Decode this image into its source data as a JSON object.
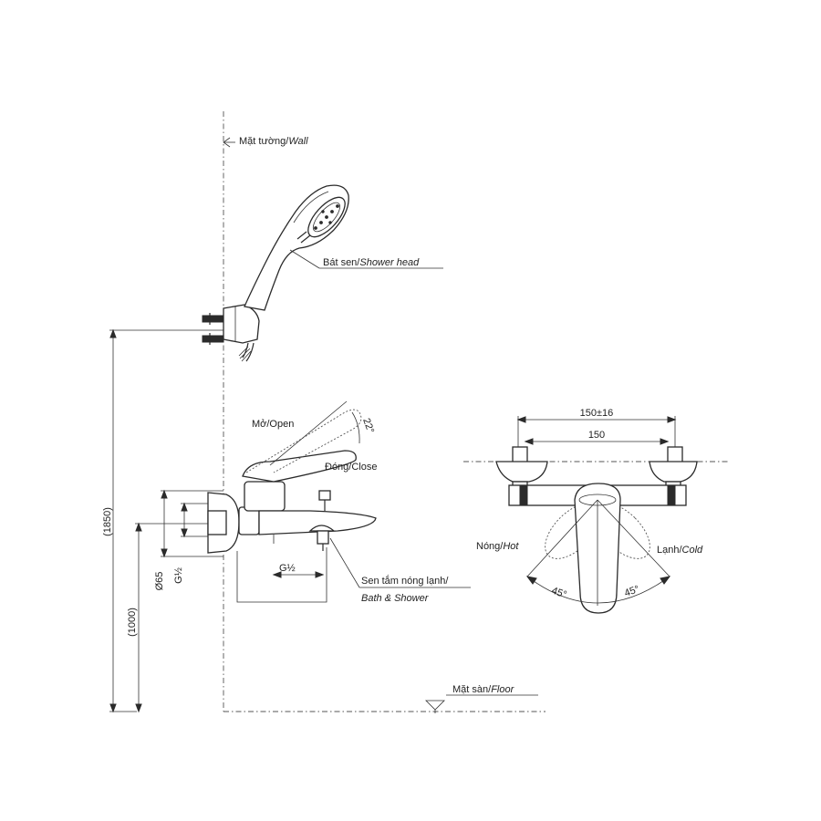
{
  "labels": {
    "wall": {
      "vi": "Mặt tường/",
      "en": "Wall"
    },
    "shower_head": {
      "vi": "Bát sen/",
      "en": "Shower head"
    },
    "open": "Mở/Open",
    "angle_22": "22°",
    "close": "Đóng/Close",
    "bath_shower": {
      "vi": "Sen tắm nóng lạnh/",
      "en": "Bath & Shower"
    },
    "floor": {
      "vi": "Mặt sàn/",
      "en": "Floor"
    },
    "hot": {
      "vi": "Nóng/",
      "en": "Hot"
    },
    "cold": {
      "vi": "Lạnh/",
      "en": "Cold"
    },
    "angle_45_left": "45°",
    "angle_45_right": "45°"
  },
  "dimensions": {
    "total_height": "(1850)",
    "outlet_height": "(1000)",
    "diameter": "Ø65",
    "connection_vertical": "G½",
    "connection_bottom": "G½",
    "center_distance_range": "150±16",
    "center_distance": "150"
  }
}
